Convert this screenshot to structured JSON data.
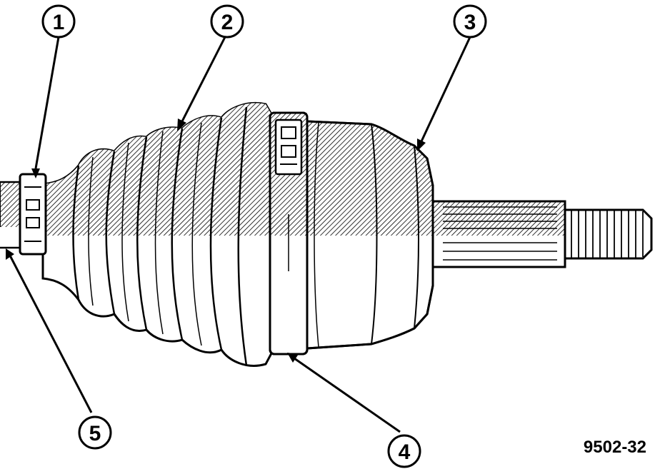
{
  "figure": {
    "id_label": "9502-32",
    "callouts": [
      {
        "number": "1"
      },
      {
        "number": "2"
      },
      {
        "number": "3"
      },
      {
        "number": "4"
      },
      {
        "number": "5"
      }
    ]
  }
}
